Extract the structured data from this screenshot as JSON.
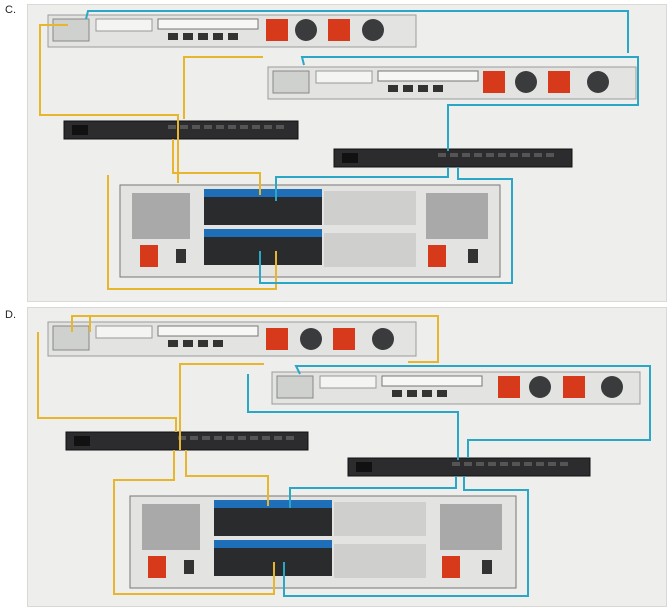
{
  "options": [
    {
      "key": "c",
      "label": "C."
    },
    {
      "key": "d",
      "label": "D."
    }
  ],
  "colors": {
    "background": "#eeeeec",
    "server_chassis": "#e3e4e2",
    "server_dark": "#2a2b2c",
    "switch_body": "#2c2c2e",
    "cable_yellow": "#e8b62c",
    "cable_blue": "#2aa7c7",
    "psu_red": "#d63a1a",
    "module_blue": "#1f6fb8"
  },
  "icons": [
    "server-icon",
    "switch-icon",
    "storage-array-icon",
    "fan-icon",
    "power-supply-icon"
  ]
}
